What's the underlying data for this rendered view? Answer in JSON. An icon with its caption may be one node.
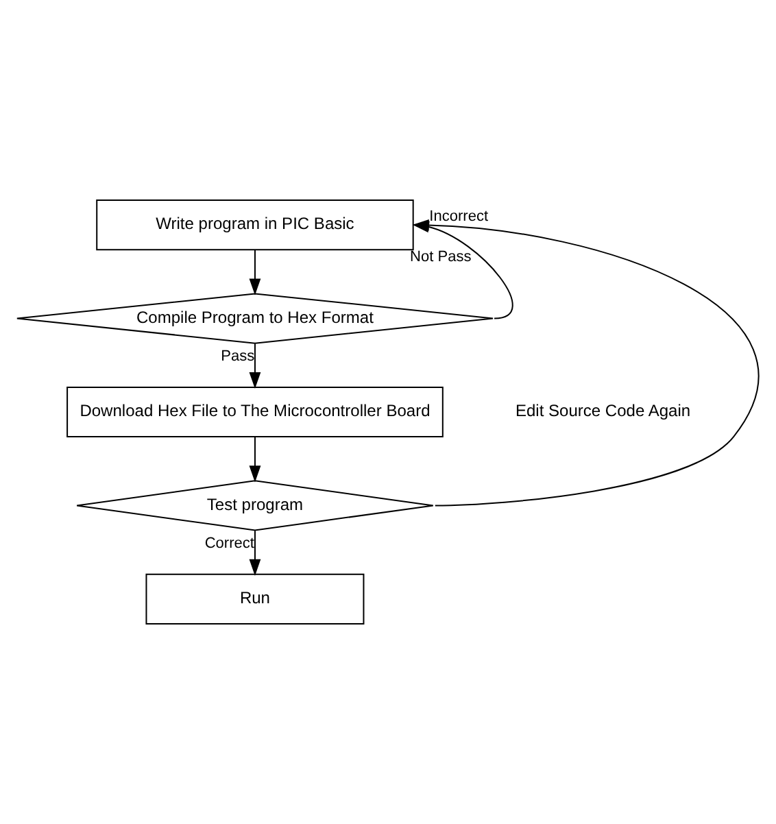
{
  "diagram": {
    "nodes": [
      {
        "text": [
          "Write program in PIC Basic"
        ]
      },
      {
        "text": [
          "Compile Program to Hex Format"
        ]
      },
      {
        "text": [
          "Download Hex File to The Microcontroller Board"
        ]
      },
      {
        "text": [
          "Test program"
        ]
      },
      {
        "text": [
          "Run"
        ]
      }
    ],
    "edges": [
      {
        "from": 0,
        "to": 1,
        "arrow": "to"
      },
      {
        "from": 1,
        "to": 2,
        "arrow": "to",
        "label": "Pass"
      },
      {
        "from": 2,
        "to": 3,
        "arrow": "to"
      },
      {
        "from": 3,
        "to": 4,
        "arrow": "to",
        "label": "Correct"
      },
      {
        "from": 1,
        "to": 0,
        "arrow": "to",
        "label": "Not Pass"
      },
      {
        "from": 3,
        "to": 0,
        "arrow": "to",
        "label": "Incorrect"
      }
    ],
    "labels": [
      "Edit Source Code Again"
    ]
  }
}
